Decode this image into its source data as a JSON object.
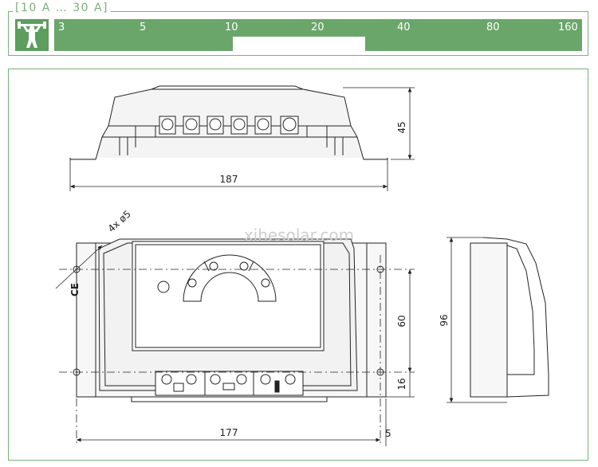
{
  "header": {
    "range_label": "[10 A … 30 A]",
    "scale_ticks": [
      "3",
      "5",
      "10",
      "20",
      "40",
      "80",
      "160"
    ],
    "icon": "strongman-icon"
  },
  "drawing": {
    "dims": {
      "height_top": "45",
      "width_top": "187",
      "holes": "4x ø5",
      "mount_height": "60",
      "bottom_offset": "16",
      "width_bottom": "177",
      "edge_offset": "5",
      "depth": "96"
    },
    "watermark": "xihesolar.com",
    "ce_mark": "CE"
  },
  "colors": {
    "green": "#6aa66a",
    "green_dark": "#5c9e5c",
    "line": "#222222"
  }
}
